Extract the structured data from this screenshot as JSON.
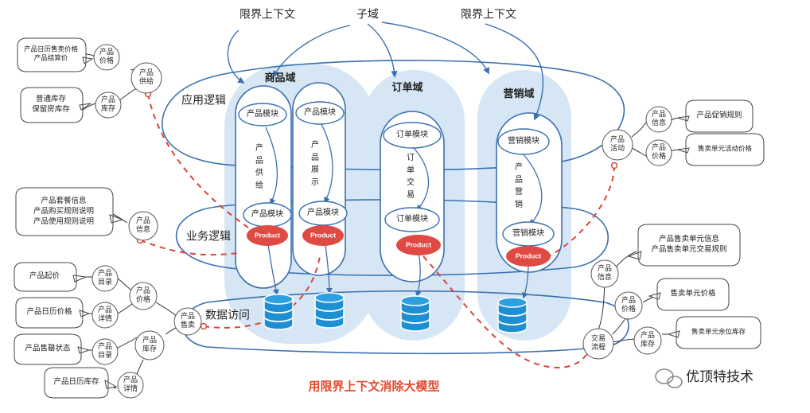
{
  "top_labels": {
    "left": "限界上下文",
    "center": "子域",
    "right": "限界上下文"
  },
  "layers": {
    "app": "应用逻辑",
    "biz": "业务逻辑",
    "data": "数据访问"
  },
  "domains": {
    "product": "商品域",
    "order": "订单域",
    "marketing": "营销域"
  },
  "modules": {
    "product_module": "产品模块",
    "order_module": "订单模块",
    "marketing_module": "营销模块",
    "product_badge": "Product"
  },
  "flows": {
    "supply": "产品供给",
    "display": "产品展示",
    "trade": "订单交易",
    "marketing": "产品营销"
  },
  "left_nodes": {
    "supply": "产品供给",
    "price": "产品价格",
    "stock": "产品库存",
    "info": "产品信息",
    "sale": "产品售卖",
    "catalog1": "产品目录",
    "price2": "产品价格",
    "detail1": "产品详情",
    "catalog2": "产品目录",
    "stock2": "产品库存",
    "detail2": "产品详情"
  },
  "left_bubbles": {
    "calendar_price": [
      "产品日历售卖价格",
      "产品结算价"
    ],
    "warehouse": [
      "普通库存",
      "保留房库存"
    ],
    "package": [
      "产品套餐信息",
      "产品购买规则说明",
      "产品使用规则说明"
    ],
    "start_price": "产品起价",
    "calendar_price2": "产品日历价格",
    "sell_status": "产品售罄状态",
    "calendar_stock": "产品日历库存"
  },
  "right_nodes": {
    "activity": "产品活动",
    "info": "产品信息",
    "price": "产品价格",
    "info2": "产品信息",
    "price2": "产品价格",
    "trade": "交易流程",
    "stock": "产品库存"
  },
  "right_bubbles": {
    "promo_rule": "产品促销规则",
    "unit_activity_price": "售卖单元活动价格",
    "unit_info": [
      "产品售卖单元信息",
      "产品售卖单元交易规则"
    ],
    "unit_price": "售卖单元价格",
    "unit_stock": "售卖单元余位库存"
  },
  "footer": {
    "caption": "用限界上下文消除大模型",
    "brand": "优顶特技术"
  },
  "colors": {
    "domain_fill": "#d6e6f4",
    "product_red": "#e04a45",
    "db_blue": "#1f8fd4",
    "dash_red": "#d8453b"
  }
}
